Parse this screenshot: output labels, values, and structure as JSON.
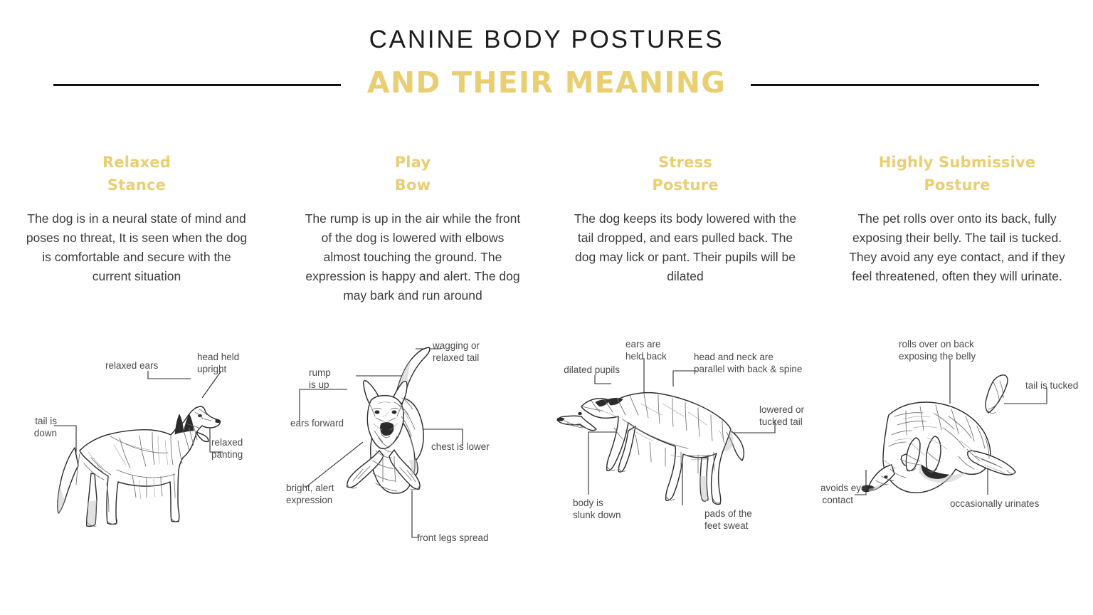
{
  "header": {
    "title_main": "CANINE BODY POSTURES",
    "title_sub": "AND THEIR MEANING",
    "accent_color": "#e9ce72",
    "rule_color": "#111111"
  },
  "columns": [
    {
      "heading_line1": "Relaxed",
      "heading_line2": "Stance",
      "body": "The dog is in a neural state of mind and poses no threat, It is seen when the dog is comfortable and secure with the current situation",
      "diagram": {
        "name": "relaxed-stance-dog",
        "annotations": [
          {
            "id": "relaxed-ears",
            "text": "relaxed ears"
          },
          {
            "id": "head-held-upright",
            "text": "head held\nupright"
          },
          {
            "id": "tail-is-down",
            "text": "tail is\ndown"
          },
          {
            "id": "relaxed-panting",
            "text": "relaxed\npanting"
          }
        ]
      }
    },
    {
      "heading_line1": "Play",
      "heading_line2": "Bow",
      "body": "The rump is up in the air while the front of the dog is lowered with elbows almost touching the ground. The expression is happy and alert. The dog may bark and run around",
      "diagram": {
        "name": "play-bow-dog",
        "annotations": [
          {
            "id": "wagging-or-relaxed-tail",
            "text": "wagging or\nrelaxed tail"
          },
          {
            "id": "rump-is-up",
            "text": "rump\nis up"
          },
          {
            "id": "ears-forward",
            "text": "ears forward"
          },
          {
            "id": "bright-alert-expression",
            "text": "bright, alert\nexpression"
          },
          {
            "id": "chest-is-lower",
            "text": "chest is lower"
          },
          {
            "id": "front-legs-spread",
            "text": "front legs spread"
          }
        ]
      }
    },
    {
      "heading_line1": "Stress",
      "heading_line2": "Posture",
      "body": "The dog keeps its body lowered with the tail dropped, and ears pulled back. The dog may lick or pant. Their pupils will be dilated",
      "diagram": {
        "name": "stress-posture-dog",
        "annotations": [
          {
            "id": "ears-are-held-back",
            "text": "ears are\nheld back"
          },
          {
            "id": "dilated-pupils",
            "text": "dilated pupils"
          },
          {
            "id": "head-and-neck-parallel",
            "text": "head and neck are\nparallel with back & spine"
          },
          {
            "id": "lowered-or-tucked-tail",
            "text": "lowered or\ntucked tail"
          },
          {
            "id": "body-is-slunk-down",
            "text": "body is\nslunk down"
          },
          {
            "id": "pads-of-the-feet-sweat",
            "text": "pads of the\nfeet sweat"
          }
        ]
      }
    },
    {
      "heading_line1": "Highly Submissive",
      "heading_line2": "Posture",
      "body": "The pet rolls over onto its back, fully exposing their belly. The tail is tucked. They avoid any eye contact, and if they feel threatened, often they will urinate.",
      "diagram": {
        "name": "highly-submissive-posture-dog",
        "annotations": [
          {
            "id": "rolls-over-on-back",
            "text": "rolls over on back\nexposing the belly"
          },
          {
            "id": "tail-is-tucked",
            "text": "tail is tucked"
          },
          {
            "id": "avoids-eye-contact",
            "text": "avoids eye\ncontact"
          },
          {
            "id": "occasionally-urinates",
            "text": "occasionally urinates"
          }
        ]
      }
    }
  ]
}
